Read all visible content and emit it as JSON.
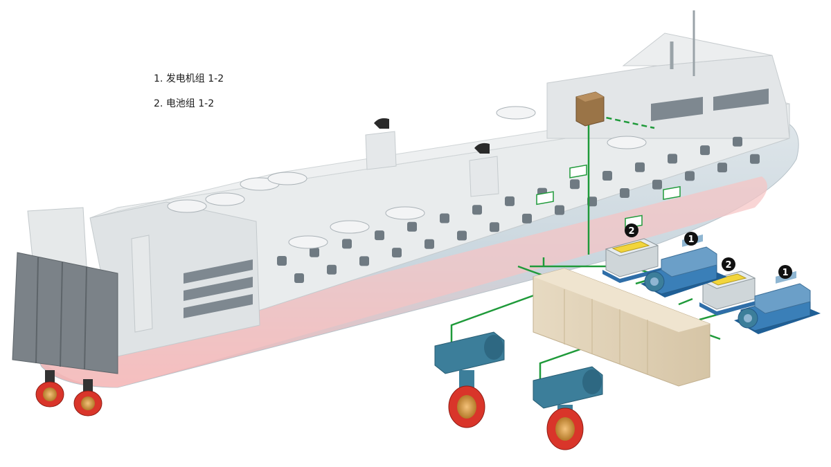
{
  "legend": {
    "items": [
      {
        "number": "1.",
        "label": "发电机组 1-2"
      },
      {
        "number": "2.",
        "label": "电池组 1-2"
      }
    ]
  },
  "badges": {
    "generator": "1",
    "battery": "2"
  },
  "colors": {
    "hull_upper": "#d7e0e6",
    "hull_bottom": "#f0a0a0",
    "superstructure": "#e6e6e6",
    "bus_line": "#1f9a3a",
    "switchboard": "#e0d2b8",
    "generator_blue": "#2f6ea8",
    "battery_yellow": "#f2d53c",
    "thruster_red": "#d9352a",
    "motor_teal": "#3c7e9a",
    "transformer": "#9a7447"
  }
}
